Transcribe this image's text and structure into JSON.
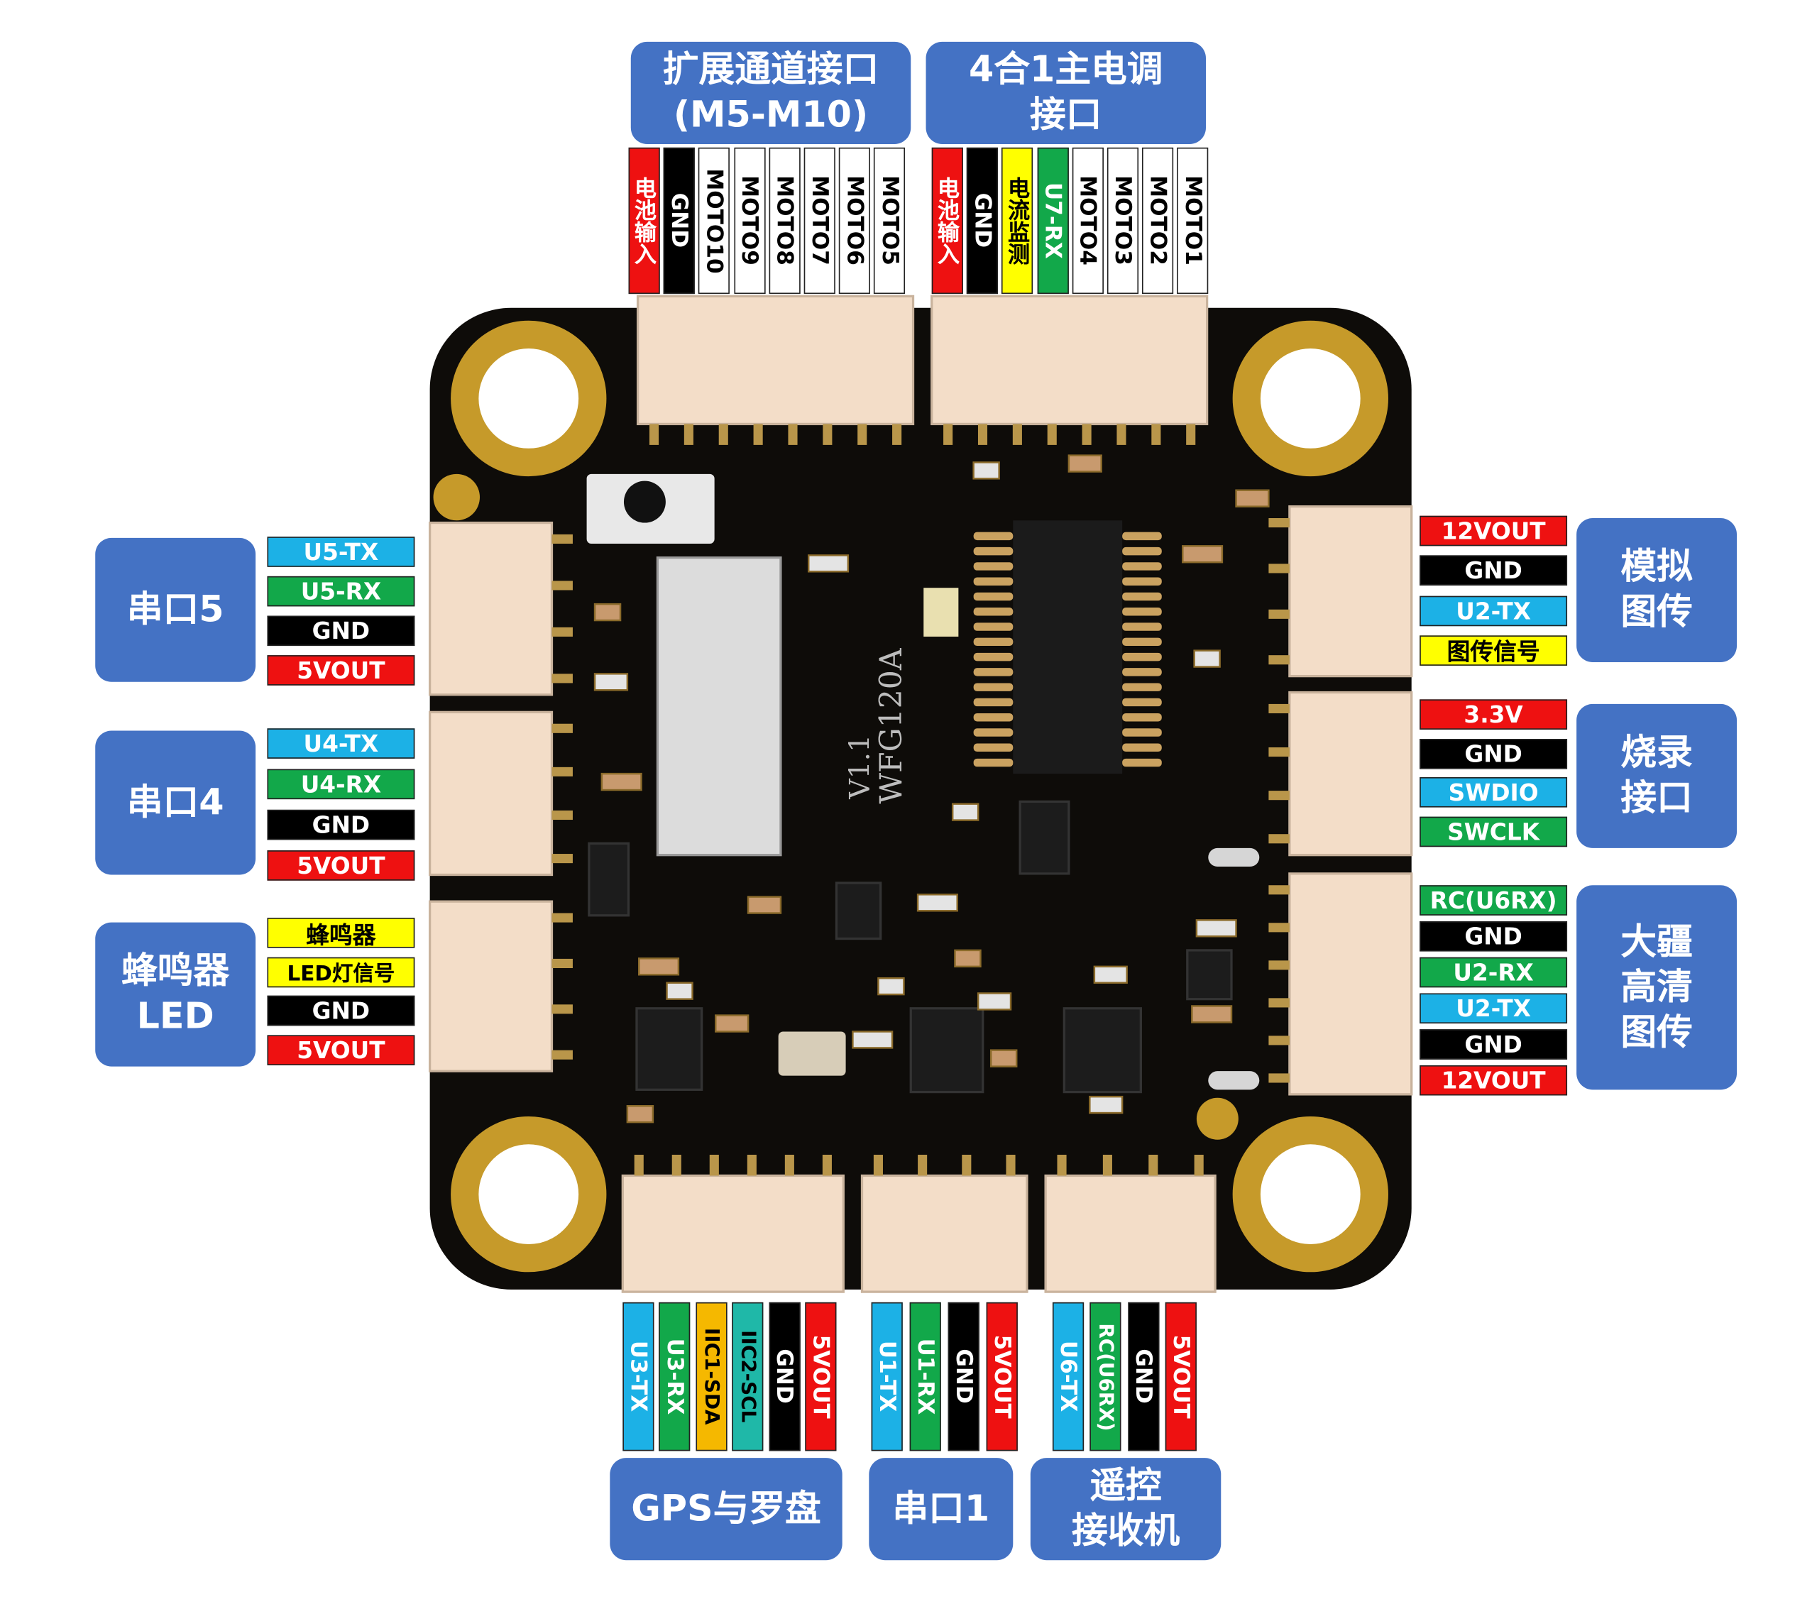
{
  "board": {
    "version": "V1.1",
    "model": "WFG120A"
  },
  "colors": {
    "title_bg": "#4472c4",
    "pcb": "#0e0c09",
    "pad_gold": "#c69a2a",
    "connector": "#f3ddc8"
  },
  "groups": {
    "expansion": {
      "title": "扩展通道接口\n(M5-M10)",
      "pins": [
        {
          "label": "电池输入",
          "color": "red"
        },
        {
          "label": "GND",
          "color": "black"
        },
        {
          "label": "MOTO10",
          "color": "white"
        },
        {
          "label": "MOTO9",
          "color": "white"
        },
        {
          "label": "MOTO8",
          "color": "white"
        },
        {
          "label": "MOTO7",
          "color": "white"
        },
        {
          "label": "MOTO6",
          "color": "white"
        },
        {
          "label": "MOTO5",
          "color": "white"
        }
      ]
    },
    "esc": {
      "title": "4合1主电调\n接口",
      "pins": [
        {
          "label": "电池输入",
          "color": "red"
        },
        {
          "label": "GND",
          "color": "black"
        },
        {
          "label": "电流监测",
          "color": "yellow"
        },
        {
          "label": "U7-RX",
          "color": "green"
        },
        {
          "label": "MOTO4",
          "color": "white"
        },
        {
          "label": "MOTO3",
          "color": "white"
        },
        {
          "label": "MOTO2",
          "color": "white"
        },
        {
          "label": "MOTO1",
          "color": "white"
        }
      ]
    },
    "uart5": {
      "title": "串口5",
      "pins": [
        {
          "label": "U5-TX",
          "color": "cyan"
        },
        {
          "label": "U5-RX",
          "color": "green"
        },
        {
          "label": "GND",
          "color": "black"
        },
        {
          "label": "5VOUT",
          "color": "red"
        }
      ]
    },
    "uart4": {
      "title": "串口4",
      "pins": [
        {
          "label": "U4-TX",
          "color": "cyan"
        },
        {
          "label": "U4-RX",
          "color": "green"
        },
        {
          "label": "GND",
          "color": "black"
        },
        {
          "label": "5VOUT",
          "color": "red"
        }
      ]
    },
    "buzzer": {
      "title": "蜂鸣器\nLED",
      "pins": [
        {
          "label": "蜂鸣器",
          "color": "yellow"
        },
        {
          "label": "LED灯信号",
          "color": "yellow"
        },
        {
          "label": "GND",
          "color": "black"
        },
        {
          "label": "5VOUT",
          "color": "red"
        }
      ]
    },
    "analog_vtx": {
      "title": "模拟\n图传",
      "pins": [
        {
          "label": "12VOUT",
          "color": "red"
        },
        {
          "label": "GND",
          "color": "black"
        },
        {
          "label": "U2-TX",
          "color": "cyan"
        },
        {
          "label": "图传信号",
          "color": "yellow"
        }
      ]
    },
    "swd": {
      "title": "烧录\n接口",
      "pins": [
        {
          "label": "3.3V",
          "color": "red"
        },
        {
          "label": "GND",
          "color": "black"
        },
        {
          "label": "SWDIO",
          "color": "cyan"
        },
        {
          "label": "SWCLK",
          "color": "green"
        }
      ]
    },
    "dji_hd": {
      "title": "大疆\n高清\n图传",
      "pins": [
        {
          "label": "RC(U6RX)",
          "color": "green"
        },
        {
          "label": "GND",
          "color": "black"
        },
        {
          "label": "U2-RX",
          "color": "green"
        },
        {
          "label": "U2-TX",
          "color": "cyan"
        },
        {
          "label": "GND",
          "color": "black"
        },
        {
          "label": "12VOUT",
          "color": "red"
        }
      ]
    },
    "gps": {
      "title": "GPS与罗盘",
      "pins": [
        {
          "label": "U3-TX",
          "color": "cyan"
        },
        {
          "label": "U3-RX",
          "color": "green"
        },
        {
          "label": "IIC1-SDA",
          "color": "orange"
        },
        {
          "label": "IIC2-SCL",
          "color": "teal"
        },
        {
          "label": "GND",
          "color": "black"
        },
        {
          "label": "5VOUT",
          "color": "red"
        }
      ]
    },
    "uart1": {
      "title": "串口1",
      "pins": [
        {
          "label": "U1-TX",
          "color": "cyan"
        },
        {
          "label": "U1-RX",
          "color": "green"
        },
        {
          "label": "GND",
          "color": "black"
        },
        {
          "label": "5VOUT",
          "color": "red"
        }
      ]
    },
    "receiver": {
      "title": "遥控\n接收机",
      "pins": [
        {
          "label": "U6-TX",
          "color": "cyan"
        },
        {
          "label": "RC(U6RX)",
          "color": "green"
        },
        {
          "label": "GND",
          "color": "black"
        },
        {
          "label": "5VOUT",
          "color": "red"
        }
      ]
    }
  }
}
